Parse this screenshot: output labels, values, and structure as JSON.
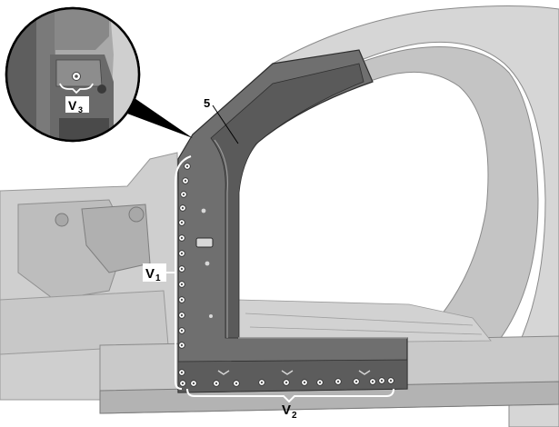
{
  "labels": {
    "part_number": "5",
    "v1": {
      "letter": "V",
      "sub": "1"
    },
    "v2": {
      "letter": "V",
      "sub": "2"
    },
    "v3": {
      "letter": "V",
      "sub": "3"
    }
  },
  "colors": {
    "body_light": "#d4d4d4",
    "body_mid": "#b5b5b5",
    "body_dark": "#8f8f8f",
    "highlight_part": "#6e6e6e",
    "highlight_dark": "#3f3f3f",
    "outline": "#2b2b2b",
    "bracket": "#ffffff",
    "background": "#ffffff"
  },
  "icons": {
    "weld_point": "weld-point-icon",
    "leader": "leader-line"
  }
}
